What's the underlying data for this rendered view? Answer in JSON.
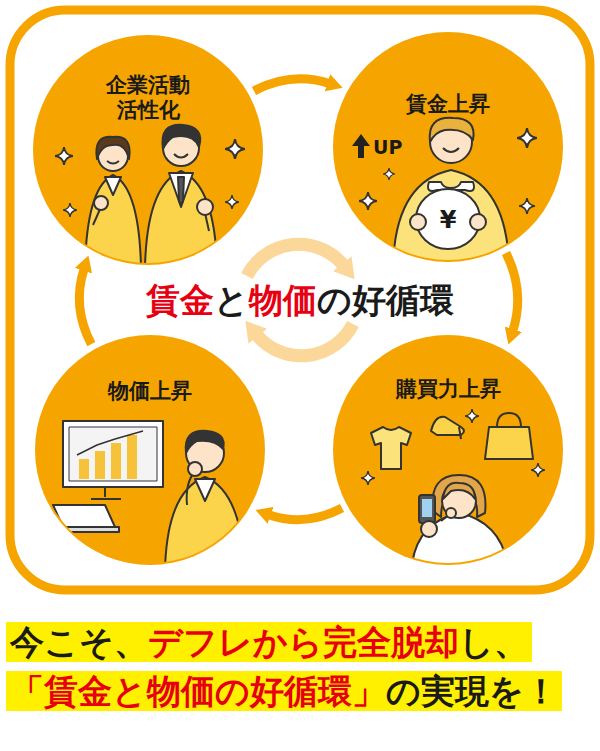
{
  "diagram": {
    "title": "賃金と物価の好循環",
    "caption": "今こそ、デフレから完全脱却し、 「賃金と物価の好循環」の実現を！",
    "nodes": [
      {
        "text": [
          "企業活動 活性化"
        ]
      },
      {
        "text": [
          "賃金上昇"
        ]
      },
      {
        "text": [
          "物価上昇"
        ]
      },
      {
        "text": [
          "購買力上昇"
        ]
      }
    ],
    "edges": [
      {
        "from": 0,
        "to": 1,
        "arrow": "to"
      },
      {
        "from": 1,
        "to": 3,
        "arrow": "to"
      },
      {
        "from": 3,
        "to": 2,
        "arrow": "to"
      },
      {
        "from": 2,
        "to": 0,
        "arrow": "to"
      }
    ],
    "labels": [
      "UP",
      "¥"
    ]
  }
}
